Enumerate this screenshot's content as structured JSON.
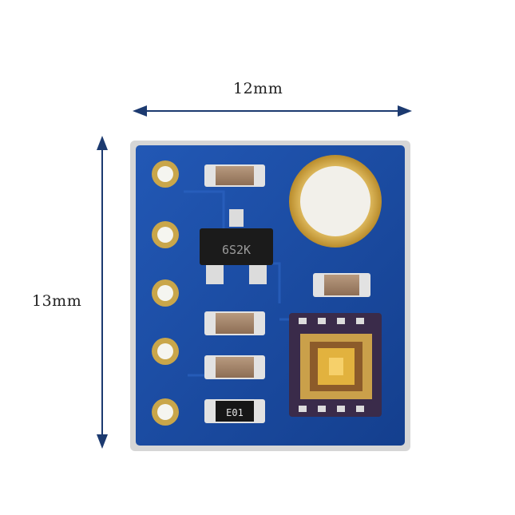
{
  "dimensions": {
    "width_label": "12mm",
    "height_label": "13mm"
  },
  "board": {
    "chip_marking": "6S2K",
    "resistor_marking": "E01"
  },
  "colors": {
    "pcb": "#1a4fa8",
    "pcb_dark": "#103a82",
    "silver_pad": "#dcdcdc",
    "gold": "#c9a64a",
    "arrow": "#1c3a70"
  }
}
